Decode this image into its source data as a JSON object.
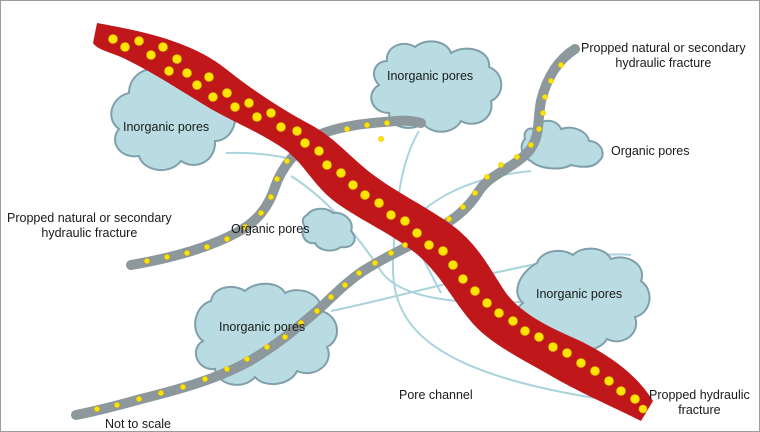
{
  "labels": {
    "propped_natural_right": [
      "Propped natural or secondary",
      "hydraulic fracture"
    ],
    "propped_natural_left": [
      "Propped natural or secondary",
      "hydraulic fracture"
    ],
    "inorganic_pores_top_left": "Inorganic pores",
    "inorganic_pores_top_center": "Inorganic pores",
    "inorganic_pores_bottom_left": "Inorganic pores",
    "inorganic_pores_bottom_right": "Inorganic pores",
    "organic_pores_right": "Organic pores",
    "organic_pores_center": "Organic pores",
    "pore_channel": "Pore channel",
    "propped_hydraulic": [
      "Propped hydraulic",
      "fracture"
    ],
    "not_to_scale": "Not to scale"
  },
  "colors": {
    "main_fracture": "#c0171b",
    "secondary_fracture": "#8c989b",
    "proppant": "#ffe400",
    "pore_fill": "#b9dce3",
    "pore_stroke": "#7fa0aa",
    "pore_channel_line": "#a9d4dc",
    "frame_border": "#9b9b9b"
  }
}
